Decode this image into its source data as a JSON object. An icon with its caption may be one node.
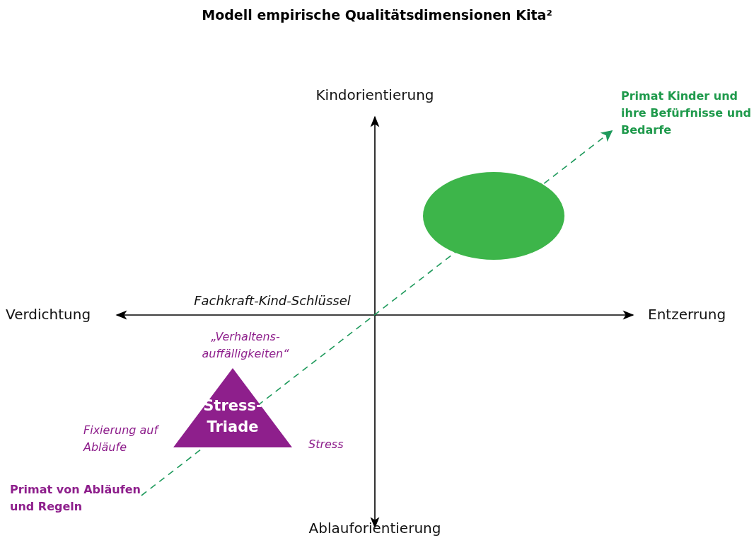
{
  "diagram": {
    "title": "Modell empirische Qualitätsdimensionen Kita²",
    "nodes": [
      {
        "text": [],
        "shape": "ellipse"
      },
      {
        "text": [
          "Stress- Triade"
        ],
        "beside": [
          "„Verhaltens- auffälligkeiten“",
          "Fixierung auf Abläufe",
          "Stress"
        ]
      }
    ],
    "labels": [
      "Kindorientierung",
      "Primat Kinder und ihre Befürfnisse und Bedarfe",
      "Fachkraft-Kind-Schlüssel",
      "Verdichtung",
      "Entzerrung",
      "Primat von Abläufen und Regeln",
      "Ablauforientierung"
    ]
  }
}
